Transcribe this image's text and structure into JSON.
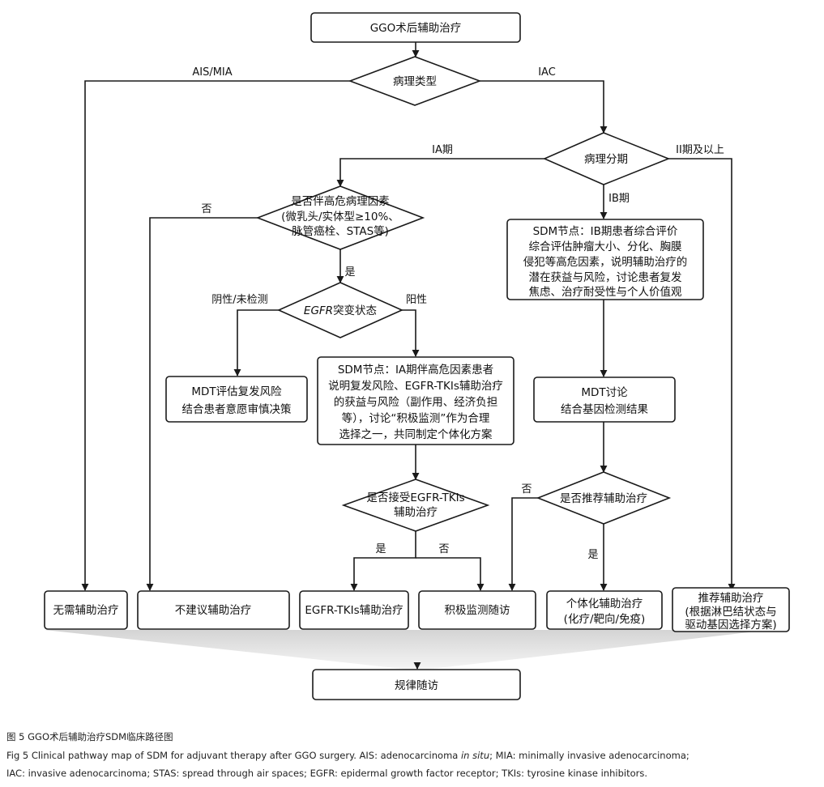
{
  "colors": {
    "stroke": "#1a1a1a",
    "band": "#d9d9d9"
  },
  "nodes": {
    "start": "GGO术后辅助治疗",
    "pathology_type": "病理类型",
    "pathology_stage": "病理分期",
    "high_risk": [
      "是否伴高危病理因素",
      "(微乳头/实体型≥10%、",
      "脉管癌栓、STAS等)"
    ],
    "egfr_italic": "EGFR",
    "egfr_rest": "突变状态",
    "sdm_ib": [
      "SDM节点：IB期患者综合评价",
      "综合评估肿瘤大小、分化、胸膜",
      "侵犯等高危因素，说明辅助治疗的",
      "潜在获益与风险，讨论患者复发",
      "焦虑、治疗耐受性与个人价值观"
    ],
    "mdt_eval": [
      "MDT评估复发风险",
      "结合患者意愿审慎决策"
    ],
    "sdm_ia": [
      "SDM节点：IA期伴高危因素患者",
      "说明复发风险、EGFR-TKIs辅助治疗",
      "的获益与风险（副作用、经济负担",
      "等），讨论“积极监测”作为合理",
      "选择之一，共同制定个体化方案"
    ],
    "mdt_discuss": [
      "MDT讨论",
      "结合基因检测结果"
    ],
    "accept_tki": [
      "是否接受EGFR-TKIs",
      "辅助治疗"
    ],
    "recommend_adj": "是否推荐辅助治疗",
    "no_need": "无需辅助治疗",
    "not_recommended": "不建议辅助治疗",
    "egfr_tki_therapy": "EGFR-TKIs辅助治疗",
    "active_monitoring": "积极监测随访",
    "individualized": [
      "个体化辅助治疗",
      "(化疗/靶向/免疫)"
    ],
    "recommend_therapy": [
      "推荐辅助治疗",
      "(根据淋巴结状态与",
      "驱动基因选择方案)"
    ],
    "regular_followup": "规律随访"
  },
  "edge_labels": {
    "ais_mia": "AIS/MIA",
    "iac": "IAC",
    "ia_stage": "IA期",
    "ii_plus": "II期及以上",
    "ib_stage": "IB期",
    "no_1": "否",
    "yes_1": "是",
    "negative": "阴性/未检测",
    "positive": "阳性",
    "yes_2": "是",
    "no_2": "否",
    "no_3": "否",
    "yes_3": "是"
  },
  "caption": {
    "cn": "图 5  GGO术后辅助治疗SDM临床路径图",
    "en_1a": "Fig 5  Clinical pathway map of SDM for adjuvant therapy after GGO surgery. AIS: adenocarcinoma ",
    "en_1b": "in situ",
    "en_1c": "; MIA: minimally invasive adenocarcinoma;",
    "en_2": "IAC: invasive adenocarcinoma; STAS: spread through air spaces; EGFR: epidermal growth factor receptor; TKIs: tyrosine kinase inhibitors."
  }
}
